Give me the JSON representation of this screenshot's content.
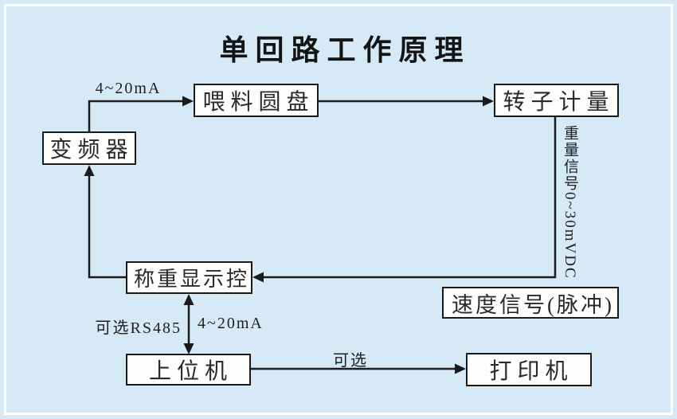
{
  "title": "单回路工作原理",
  "nodes": {
    "feeder_disc": "喂料圆盘",
    "rotor_metering": "转子计量",
    "inverter": "变频器",
    "weighing_controller": "称重显示控",
    "speed_signal": "速度信号(脉冲)",
    "host_computer": "上位机",
    "printer": "打印机"
  },
  "edge_labels": {
    "inverter_to_feeder": "4~20mA",
    "weight_signal": "重量信号0~30mVDC",
    "optional_rs485": "可选RS485",
    "controller_to_host": "4~20mA",
    "optional": "可选"
  },
  "colors": {
    "background": "#d5e9f6",
    "frame": "#ffffff",
    "line": "#1a1a1a",
    "box_fill": "#fdfdfd",
    "box_border": "#1a1a1a",
    "text": "#1f1f1f"
  }
}
